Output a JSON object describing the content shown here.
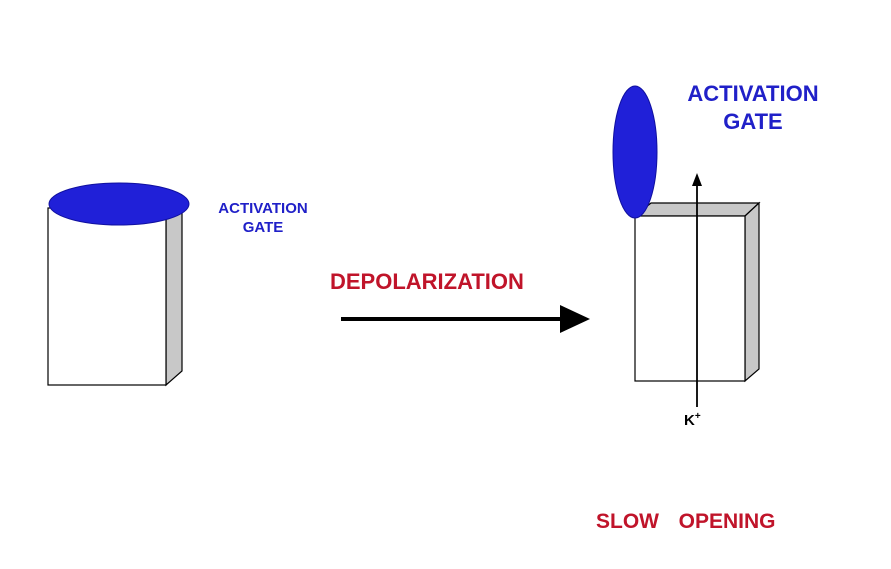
{
  "diagram": {
    "closed_channel": {
      "gate_label_line1": "ACTIVATION",
      "gate_label_line2": "GATE"
    },
    "transition": {
      "label": "DEPOLARIZATION"
    },
    "open_channel": {
      "gate_label_line1": "ACTIVATION",
      "gate_label_line2": "GATE",
      "ion_symbol": "K",
      "ion_charge": "+",
      "caption": "SLOW  OPENING"
    },
    "colors": {
      "gate_fill": "#2020d8",
      "gate_label": "#2020c8",
      "event_label": "#c0142a",
      "channel_side": "#c8c8c8",
      "outline": "#000000"
    }
  }
}
